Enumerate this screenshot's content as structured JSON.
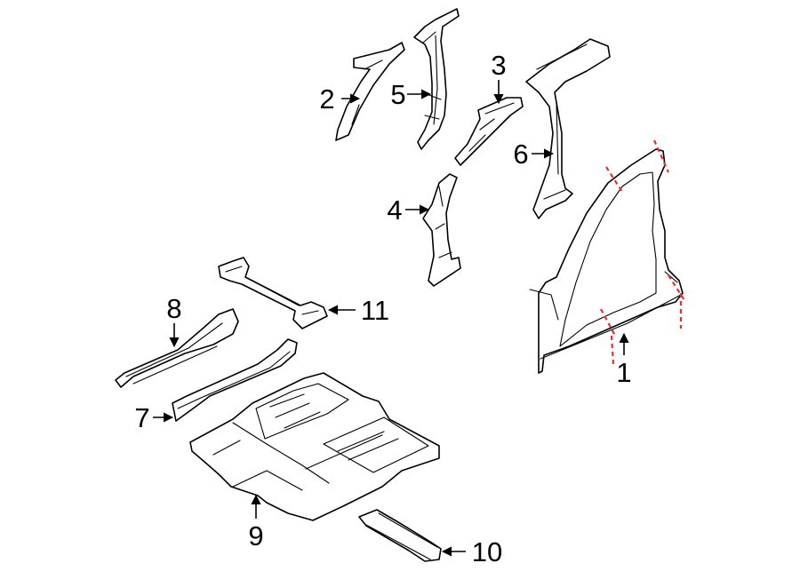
{
  "callouts": [
    {
      "id": "1",
      "label": "1"
    },
    {
      "id": "2",
      "label": "2"
    },
    {
      "id": "3",
      "label": "3"
    },
    {
      "id": "4",
      "label": "4"
    },
    {
      "id": "5",
      "label": "5"
    },
    {
      "id": "6",
      "label": "6"
    },
    {
      "id": "7",
      "label": "7"
    },
    {
      "id": "8",
      "label": "8"
    },
    {
      "id": "9",
      "label": "9"
    },
    {
      "id": "10",
      "label": "10"
    },
    {
      "id": "11",
      "label": "11"
    }
  ],
  "colors": {
    "line": "#000000",
    "cut_line": "#e8302a",
    "background": "#ffffff"
  }
}
